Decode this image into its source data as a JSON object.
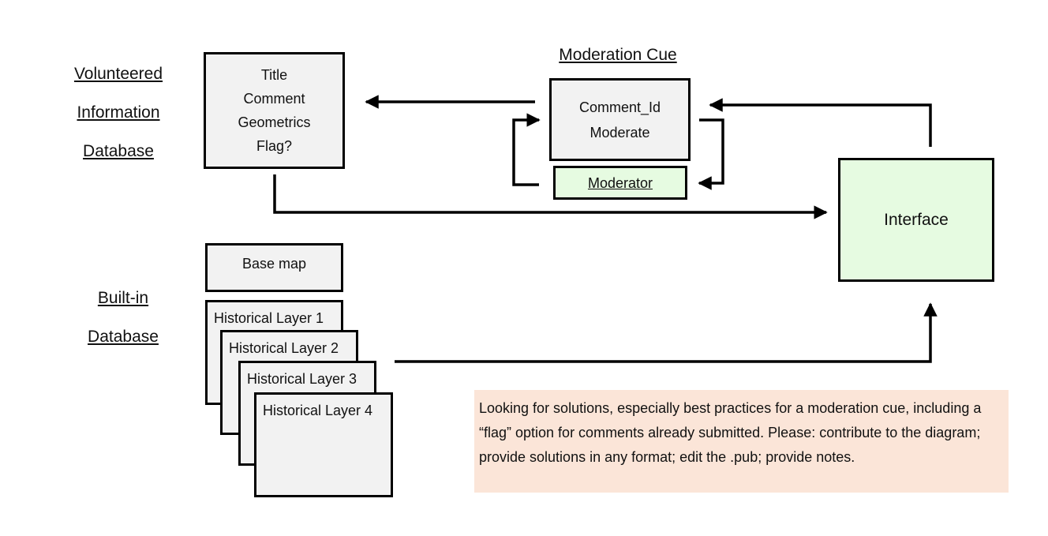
{
  "left_labels": {
    "volunteered": [
      "Volunteered",
      "Information",
      "Database"
    ],
    "builtin": [
      "Built-in",
      "Database"
    ]
  },
  "volunteered_box": {
    "lines": [
      "Title",
      "Comment",
      "Geometrics",
      "Flag?"
    ]
  },
  "moderation": {
    "title": "Moderation Cue",
    "box_lines": [
      "Comment_Id",
      "Moderate"
    ],
    "moderator": "Moderator"
  },
  "interface": {
    "label": "Interface"
  },
  "base_map": {
    "label": "Base map"
  },
  "historical_layers": [
    "Historical Layer 1",
    "Historical Layer 2",
    "Historical Layer 3",
    "Historical Layer 4"
  ],
  "note": {
    "text": "Looking for solutions, especially best practices for a moderation cue, including a “flag” option for comments already submitted. Please: contribute to the diagram; provide solutions in any format; edit the .pub; provide notes."
  },
  "colors": {
    "box_fill": "#f2f2f2",
    "green_fill": "#e6fbe1",
    "note_fill": "#fbe5d8",
    "stroke": "#000000"
  }
}
